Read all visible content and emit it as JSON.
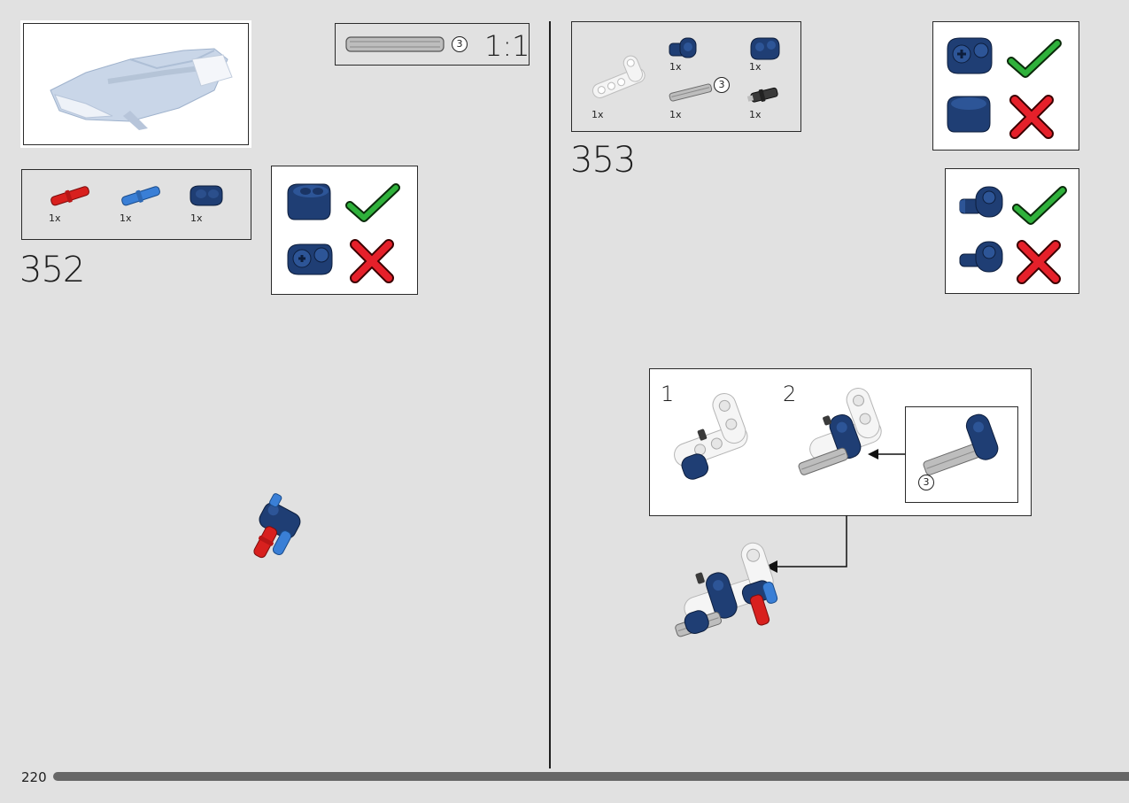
{
  "page_number": "220",
  "scale_indicator": {
    "count": "3",
    "ratio": "1:1"
  },
  "step_352": {
    "number": "352",
    "parts": [
      {
        "icon": "red-pin-icon",
        "qty": "1x"
      },
      {
        "icon": "blue-axle-pin-icon",
        "qty": "1x"
      },
      {
        "icon": "dark-blue-connector-icon",
        "qty": "1x"
      }
    ]
  },
  "step_353": {
    "number": "353",
    "parts": [
      {
        "icon": "white-liftarm-icon",
        "qty": "1x"
      },
      {
        "icon": "dark-blue-axle-connector-icon",
        "qty": "1x"
      },
      {
        "icon": "grey-axle-icon",
        "qty": "1x",
        "count": "3"
      },
      {
        "icon": "dark-blue-cross-block-icon",
        "qty": "1x"
      },
      {
        "icon": "black-bush-icon",
        "qty": "1x"
      }
    ],
    "substeps": [
      {
        "number": "1"
      },
      {
        "number": "2"
      }
    ],
    "callout_count": "3"
  },
  "colors": {
    "background": "#e1e1e1",
    "dark_blue": "#1f3e74",
    "medium_blue": "#3a7fd6",
    "red": "#d8201e",
    "check_green": "#2fb13b",
    "cross_red": "#e5202a",
    "progress_bar": "#666666"
  },
  "progress": {
    "fraction": 0.96
  }
}
